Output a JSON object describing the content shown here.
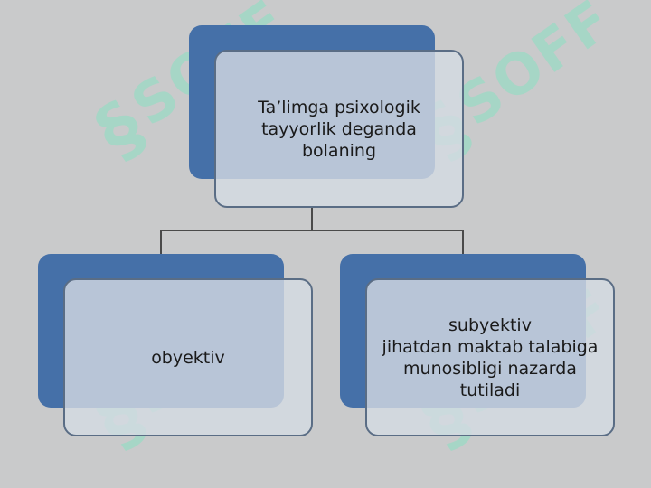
{
  "watermark": {
    "text": "SOFF",
    "mark": "§"
  },
  "diagram": {
    "root": {
      "label": "Ta’limga psixologik\ntayyorlik deganda\nbolaning"
    },
    "children": [
      {
        "label": "obyektiv"
      },
      {
        "label": "subyektiv\njihatdan maktab talabiga\nmunosibligi nazarda\ntutiladi"
      }
    ]
  },
  "colors": {
    "background": "#c9cacb",
    "accent_box": "#4570a8",
    "front_box": "#d4dbe2",
    "border": "#5a6d85",
    "connector": "#4a4a4a"
  }
}
